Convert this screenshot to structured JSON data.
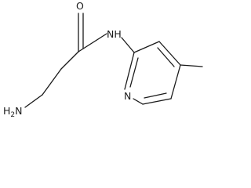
{
  "molecule": {
    "atom_labels": {
      "amine": "H2N",
      "amine_main": "H",
      "amine_sub": "2",
      "amine_tail": "N",
      "carbonyl_oxygen": "O",
      "amide_nitrogen": "NH",
      "ring_nitrogen": "N"
    },
    "colors": {
      "bond": "#1a1a1a",
      "text": "#1a1a1a",
      "background": "#ffffff"
    }
  }
}
